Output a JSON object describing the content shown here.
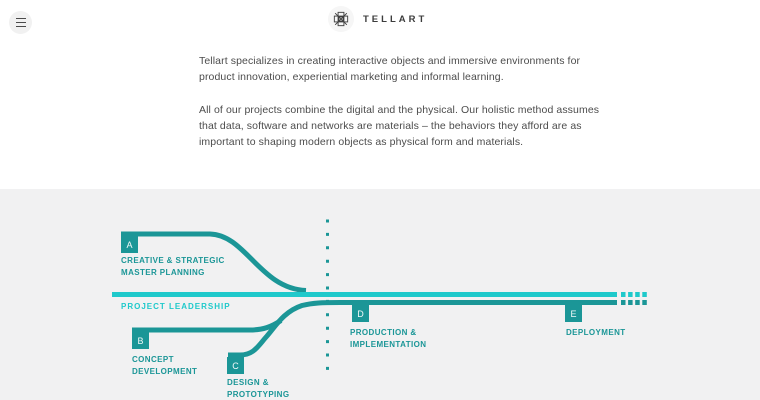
{
  "header": {
    "brand": "TELLART",
    "menu_icon": "hamburger-icon",
    "logo_icon": "tellart-geometric-mark-icon"
  },
  "intro": {
    "paragraph1": "Tellart specializes in creating interactive objects and immersive environments for\nproduct innovation, experiential marketing and informal learning.",
    "paragraph2": "All of our projects combine the digital and the physical. Our holistic method assumes\nthat data, software and networks are materials – the behaviors they afford are as\nimportant to shaping modern objects as physical form and materials."
  },
  "diagram": {
    "leadership_label": "PROJECT LEADERSHIP",
    "phases": [
      {
        "id": "A",
        "label": "CREATIVE & STRATEGIC\nMASTER PLANNING"
      },
      {
        "id": "B",
        "label": "CONCEPT\nDEVELOPMENT"
      },
      {
        "id": "C",
        "label": "DESIGN &\nPROTOTYPING"
      },
      {
        "id": "D",
        "label": "PRODUCTION &\nIMPLEMENTATION"
      },
      {
        "id": "E",
        "label": "DEPLOYMENT"
      }
    ],
    "colors": {
      "phase_teal": "#1b9697",
      "leadership_cyan": "#1fc9cb",
      "panel_background": "#f1f1f2"
    }
  }
}
